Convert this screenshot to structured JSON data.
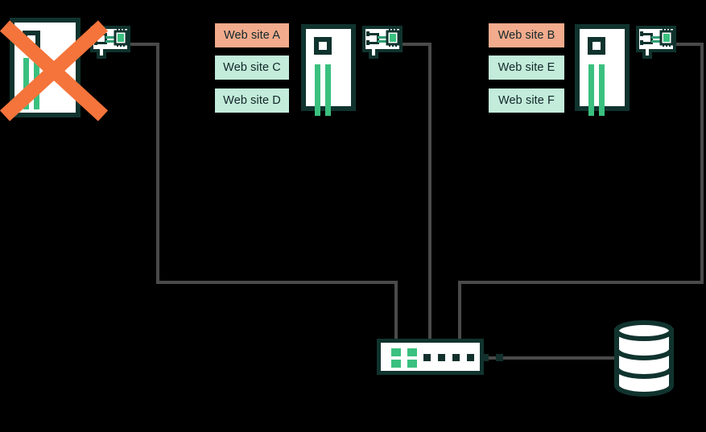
{
  "diagram": {
    "title": "Web hosting consolidation network diagram",
    "background_color": "#000000",
    "palette": {
      "orange_chip": "#f2ab8c",
      "mint_chip": "#c3ecda",
      "dark_green": "#10332e",
      "green_accent": "#3ac07f",
      "line_gray": "#4a4a4a",
      "x_orange": "#f4743b",
      "chip_text": "#11272a",
      "device_fill": "#ffffff"
    }
  },
  "groups": [
    {
      "id": "group-left",
      "name": "failed-server-group",
      "state": "failed",
      "has_x_overlay": true,
      "sites": [],
      "server_name": "server-1",
      "nic_name": "nic-1"
    },
    {
      "id": "group-middle",
      "name": "middle-server-group",
      "state": "active",
      "has_x_overlay": false,
      "server_name": "server-2",
      "nic_name": "nic-2",
      "sites": [
        {
          "label": "Web site A",
          "style": "orange"
        },
        {
          "label": "Web site C",
          "style": "mint"
        },
        {
          "label": "Web site D",
          "style": "mint"
        }
      ]
    },
    {
      "id": "group-right",
      "name": "right-server-group",
      "state": "active",
      "has_x_overlay": false,
      "server_name": "server-3",
      "nic_name": "nic-3",
      "sites": [
        {
          "label": "Web site B",
          "style": "orange"
        },
        {
          "label": "Web site E",
          "style": "mint"
        },
        {
          "label": "Web site F",
          "style": "mint"
        }
      ]
    }
  ],
  "devices": {
    "switch": {
      "name": "network-switch",
      "led_count": 4,
      "port_count": 6
    },
    "database": {
      "name": "database-storage",
      "disk_count": 3
    }
  },
  "connections": [
    {
      "from": "nic-1",
      "to": "network-switch"
    },
    {
      "from": "nic-2",
      "to": "network-switch"
    },
    {
      "from": "nic-3",
      "to": "network-switch"
    },
    {
      "from": "network-switch",
      "to": "database-storage"
    }
  ]
}
